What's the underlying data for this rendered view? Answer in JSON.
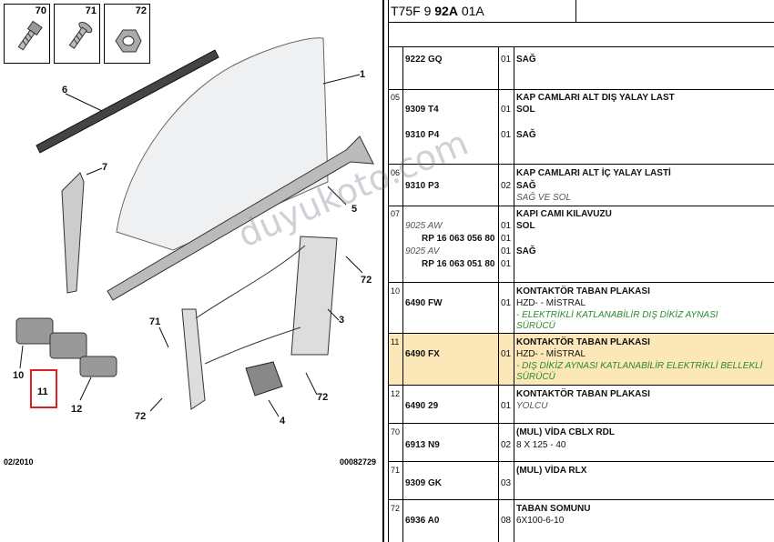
{
  "diagram": {
    "thumbs": [
      {
        "num": "70"
      },
      {
        "num": "71"
      },
      {
        "num": "72"
      }
    ],
    "callouts": {
      "c1": "1",
      "c6": "6",
      "c7": "7",
      "c5": "5",
      "c72a": "72",
      "c3": "3",
      "c71": "71",
      "c10": "10",
      "c11": "11",
      "c12": "12",
      "c72b": "72",
      "c72c": "72",
      "c4": "4"
    },
    "footer_left": "02/2010",
    "footer_right": "00082729"
  },
  "header": {
    "code_prefix": "T75F 9 ",
    "code_bold": "92A",
    "code_suffix": " 01A"
  },
  "watermark": "duyukoto.com",
  "rows": [
    {
      "idx": "",
      "lines": [
        {
          "ref": "9222 GQ",
          "qty": "01",
          "desc": "SAĞ"
        }
      ]
    },
    {
      "idx": "05",
      "title": "KAP CAMLARI ALT DIŞ YALAY LAST",
      "lines": [
        {
          "ref": "9309 T4",
          "qty": "01",
          "desc": "SOL"
        },
        {
          "ref": "9310 P4",
          "qty": "01",
          "desc": "SAĞ"
        }
      ]
    },
    {
      "idx": "06",
      "title": "KAP CAMLARI ALT İÇ YALAY LASTİ",
      "lines": [
        {
          "ref": "9310 P3",
          "qty": "02",
          "desc": "SAĞ"
        }
      ],
      "note": "SAĞ VE SOL"
    },
    {
      "idx": "07",
      "title": "KAPI CAMI KILAVUZU",
      "sub": [
        {
          "alt": "9025 AW",
          "ref": "RP 16 063 056 80",
          "qty1": "01",
          "qty2": "01",
          "desc": "SOL"
        },
        {
          "alt": "9025 AV",
          "ref": "RP 16 063 051 80",
          "qty1": "01",
          "qty2": "01",
          "desc": "SAĞ"
        }
      ]
    },
    {
      "idx": "10",
      "title": "KONTAKTÖR TABAN PLAKASI",
      "ref": "6490 FW",
      "qty": "01",
      "desc": "HZD- - MİSTRAL",
      "note1": "- ELEKTRİKLİ KATLANABİLİR DIŞ DİKİZ AYNASI",
      "note2": "SÜRÜCÜ"
    },
    {
      "idx": "11",
      "title": "KONTAKTÖR TABAN PLAKASI",
      "ref": "6490 FX",
      "qty": "01",
      "desc": "HZD- - MİSTRAL",
      "note1": "- DIŞ DİKİZ AYNASI KATLANABİLİR ELEKTRİKLİ BELLEKLİ",
      "note2": "SÜRÜCÜ"
    },
    {
      "idx": "12",
      "title": "KONTAKTÖR TABAN PLAKASI",
      "ref": "6490 29",
      "qty": "01",
      "desc": "YOLCU"
    },
    {
      "idx": "70",
      "title": "(MUL) VİDA CBLX RDL",
      "ref": "6913 N9",
      "qty": "02",
      "desc": "8 X 125 - 40"
    },
    {
      "idx": "71",
      "title": "(MUL) VİDA RLX",
      "ref": "9309 GK",
      "qty": "03",
      "desc": ""
    },
    {
      "idx": "72",
      "title": "TABAN SOMUNU",
      "ref": "6936 A0",
      "qty": "08",
      "desc": "6X100-6-10"
    }
  ]
}
